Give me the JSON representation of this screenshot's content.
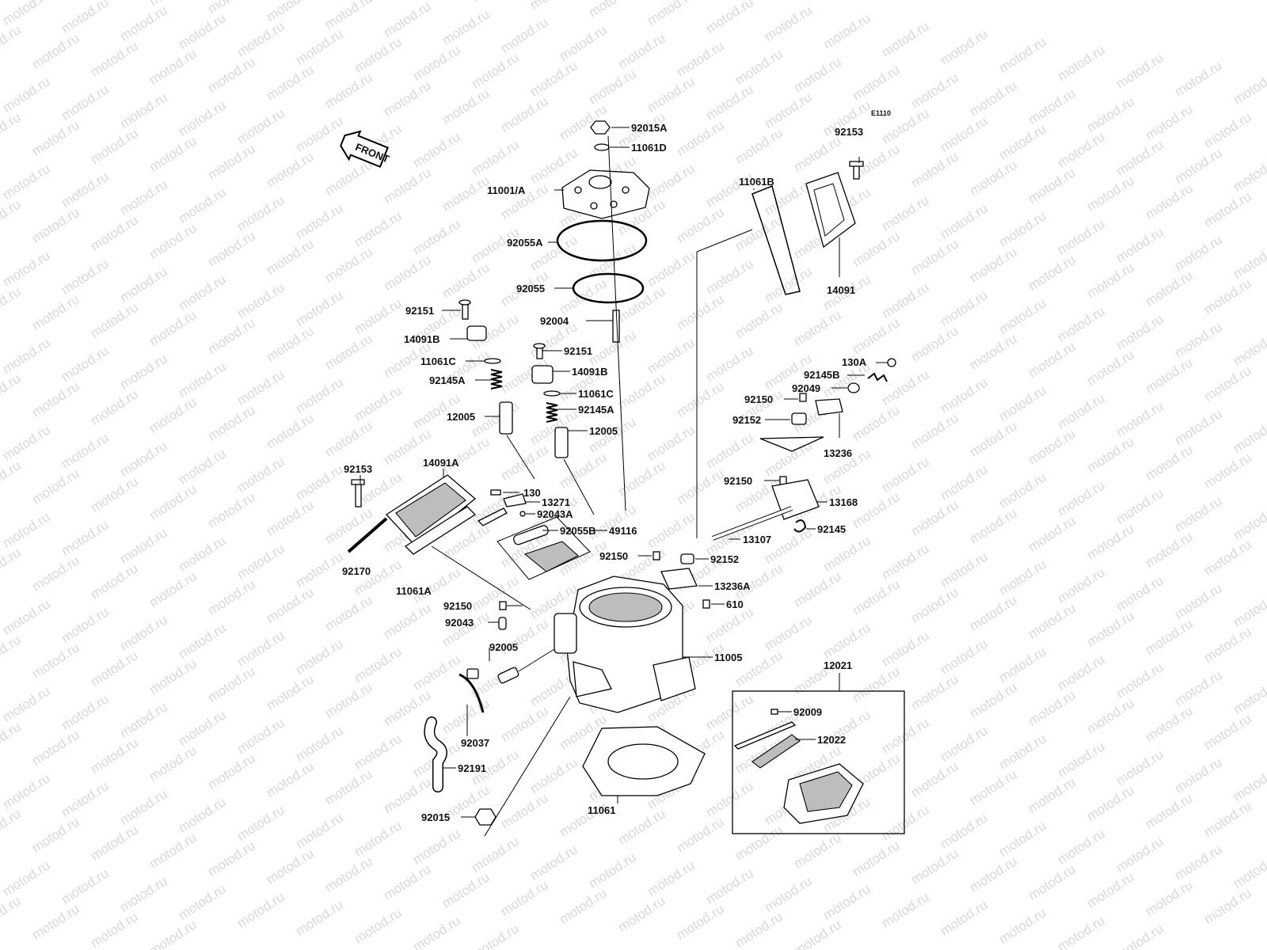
{
  "watermark": "motod.ru",
  "figure_code": "E1110",
  "front_arrow_label": "FRONT",
  "labels": {
    "l92015A": "92015A",
    "l11061D": "11061D",
    "l11001A": "11001/A",
    "l92055A": "92055A",
    "l92055": "92055",
    "l92004": "92004",
    "l92151a": "92151",
    "l14091Ba": "14091B",
    "l11061Ca": "11061C",
    "l92145Aa": "92145A",
    "l12005a": "12005",
    "l92151b": "92151",
    "l14091Bb": "14091B",
    "l11061Cb": "11061C",
    "l92145Ab": "92145A",
    "l12005b": "12005",
    "l92153a": "92153",
    "l14091A": "14091A",
    "l92170": "92170",
    "l11061A": "11061A",
    "l130": "130",
    "l13271": "13271",
    "l92043A": "92043A",
    "l92055B": "92055B",
    "l49116": "49116",
    "l92150a": "92150",
    "l92043": "92043",
    "l92005": "92005",
    "l92037": "92037",
    "l92191": "92191",
    "l92015": "92015",
    "l11061": "11061",
    "l11005": "11005",
    "l92153b": "92153",
    "l11061B": "11061B",
    "l14091": "14091",
    "l130A": "130A",
    "l92145B": "92145B",
    "l92049": "92049",
    "l92150b": "92150",
    "l92152a": "92152",
    "l13236": "13236",
    "l92150c": "92150",
    "l13168": "13168",
    "l13107": "13107",
    "l92145": "92145",
    "l92150d": "92150",
    "l92152b": "92152",
    "l13236A": "13236A",
    "l610": "610",
    "l12021": "12021",
    "l92009": "92009",
    "l12022": "12022"
  }
}
